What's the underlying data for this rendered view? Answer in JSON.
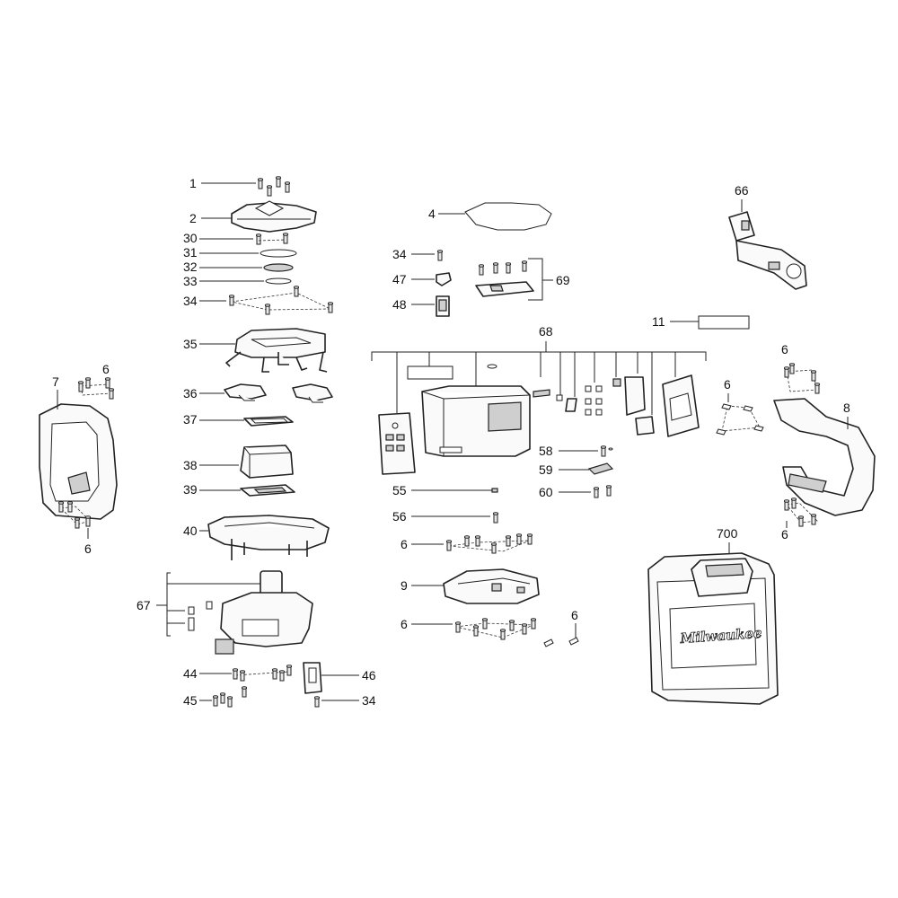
{
  "labels": {
    "p1": "1",
    "p2": "2",
    "p30": "30",
    "p31": "31",
    "p32": "32",
    "p33": "33",
    "p34a": "34",
    "p35": "35",
    "p36": "36",
    "p37": "37",
    "p38": "38",
    "p39": "39",
    "p40": "40",
    "p67": "67",
    "p44": "44",
    "p45": "45",
    "p46": "46",
    "p34d": "34",
    "p7": "7",
    "p6a": "6",
    "p6b": "6",
    "p4": "4",
    "p34b": "34",
    "p47": "47",
    "p48": "48",
    "p69": "69",
    "p66": "66",
    "p11": "11",
    "p68": "68",
    "p58": "58",
    "p59": "59",
    "p60": "60",
    "p55": "55",
    "p56": "56",
    "p6c": "6",
    "p9": "9",
    "p6d": "6",
    "p6e": "6",
    "p6f": "6",
    "p8": "8",
    "p6g": "6",
    "p6h": "6",
    "p700": "700"
  },
  "brand": "Milwaukee",
  "icons": [
    "screw-icon",
    "fastener-icon"
  ]
}
